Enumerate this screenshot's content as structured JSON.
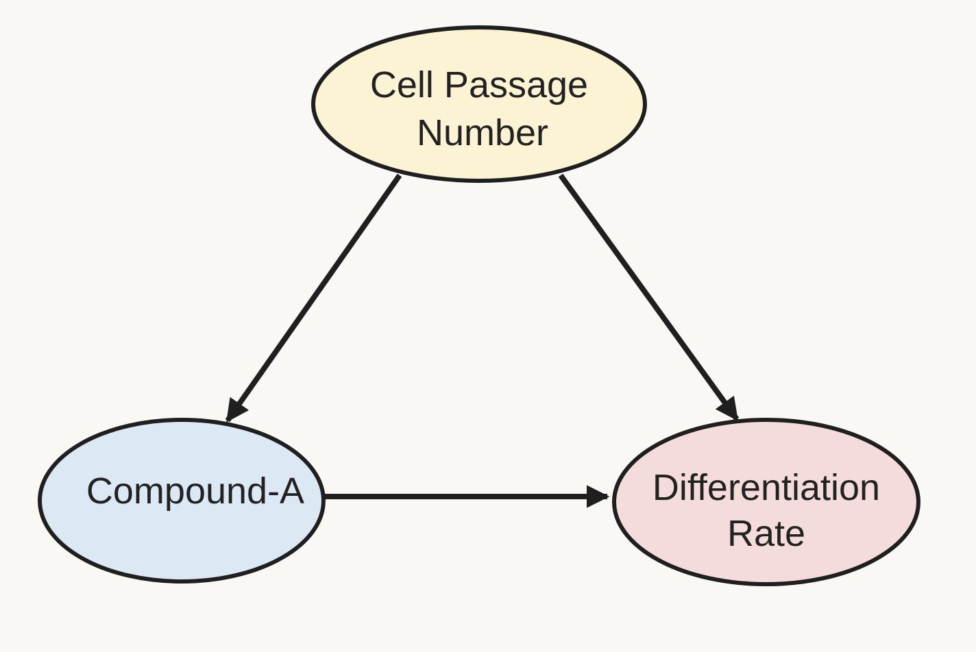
{
  "nodes": {
    "passage": {
      "line1": "Cell Passage",
      "line2": "Number",
      "fill": "#fbf3d4"
    },
    "compound": {
      "line1": "Compound-A",
      "fill": "#dde8f5"
    },
    "differentiation": {
      "line1": "Differentiation",
      "line2": "Rate",
      "fill": "#f4dcdc"
    }
  },
  "edges": [
    {
      "from": "Cell Passage Number",
      "to": "Compound-A"
    },
    {
      "from": "Cell Passage Number",
      "to": "Differentiation Rate"
    },
    {
      "from": "Compound-A",
      "to": "Differentiation Rate"
    }
  ],
  "colors": {
    "stroke": "#1f1f1f",
    "background": "#faf8f4"
  }
}
